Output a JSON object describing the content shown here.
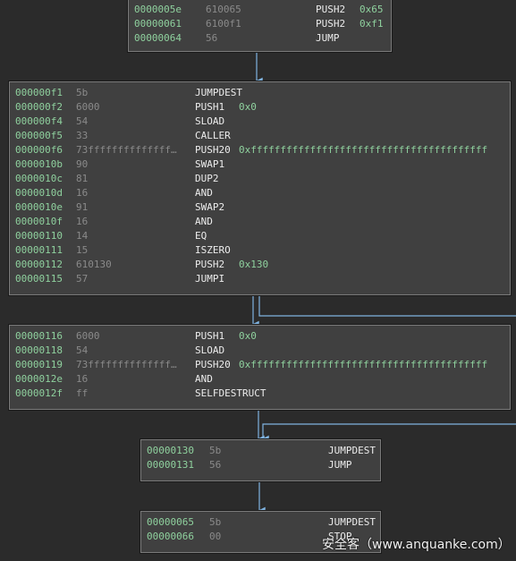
{
  "colors": {
    "background": "#2b2b2b",
    "block": "#404040",
    "address": "#8fd19e",
    "bytes": "#8a8a8a",
    "opcode": "#ececec",
    "edge": "#7fb3e0"
  },
  "blocks": [
    {
      "rows": [
        {
          "addr": "0000005e",
          "hex": "610065",
          "op": "PUSH2",
          "arg": "0x65"
        },
        {
          "addr": "00000061",
          "hex": "6100f1",
          "op": "PUSH2",
          "arg": "0xf1"
        },
        {
          "addr": "00000064",
          "hex": "56",
          "op": "JUMP",
          "arg": ""
        }
      ]
    },
    {
      "rows": [
        {
          "addr": "000000f1",
          "hex": "5b",
          "op": "JUMPDEST",
          "arg": ""
        },
        {
          "addr": "000000f2",
          "hex": "6000",
          "op": "PUSH1",
          "arg": "0x0"
        },
        {
          "addr": "000000f4",
          "hex": "54",
          "op": "SLOAD",
          "arg": ""
        },
        {
          "addr": "000000f5",
          "hex": "33",
          "op": "CALLER",
          "arg": ""
        },
        {
          "addr": "000000f6",
          "hex": "73ffffffffffffff…",
          "op": "PUSH20",
          "arg": "0xffffffffffffffffffffffffffffffffffffffff"
        },
        {
          "addr": "0000010b",
          "hex": "90",
          "op": "SWAP1",
          "arg": ""
        },
        {
          "addr": "0000010c",
          "hex": "81",
          "op": "DUP2",
          "arg": ""
        },
        {
          "addr": "0000010d",
          "hex": "16",
          "op": "AND",
          "arg": ""
        },
        {
          "addr": "0000010e",
          "hex": "91",
          "op": "SWAP2",
          "arg": ""
        },
        {
          "addr": "0000010f",
          "hex": "16",
          "op": "AND",
          "arg": ""
        },
        {
          "addr": "00000110",
          "hex": "14",
          "op": "EQ",
          "arg": ""
        },
        {
          "addr": "00000111",
          "hex": "15",
          "op": "ISZERO",
          "arg": ""
        },
        {
          "addr": "00000112",
          "hex": "610130",
          "op": "PUSH2",
          "arg": "0x130"
        },
        {
          "addr": "00000115",
          "hex": "57",
          "op": "JUMPI",
          "arg": ""
        }
      ]
    },
    {
      "rows": [
        {
          "addr": "00000116",
          "hex": "6000",
          "op": "PUSH1",
          "arg": "0x0"
        },
        {
          "addr": "00000118",
          "hex": "54",
          "op": "SLOAD",
          "arg": ""
        },
        {
          "addr": "00000119",
          "hex": "73ffffffffffffff…",
          "op": "PUSH20",
          "arg": "0xffffffffffffffffffffffffffffffffffffffff"
        },
        {
          "addr": "0000012e",
          "hex": "16",
          "op": "AND",
          "arg": ""
        },
        {
          "addr": "0000012f",
          "hex": "ff",
          "op": "SELFDESTRUCT",
          "arg": ""
        }
      ]
    },
    {
      "rows": [
        {
          "addr": "00000130",
          "hex": "5b",
          "op": "JUMPDEST",
          "arg": ""
        },
        {
          "addr": "00000131",
          "hex": "56",
          "op": "JUMP",
          "arg": ""
        }
      ]
    },
    {
      "rows": [
        {
          "addr": "00000065",
          "hex": "5b",
          "op": "JUMPDEST",
          "arg": ""
        },
        {
          "addr": "00000066",
          "hex": "00",
          "op": "STOP",
          "arg": ""
        }
      ]
    }
  ],
  "watermark": "安全客（www.anquanke.com）"
}
